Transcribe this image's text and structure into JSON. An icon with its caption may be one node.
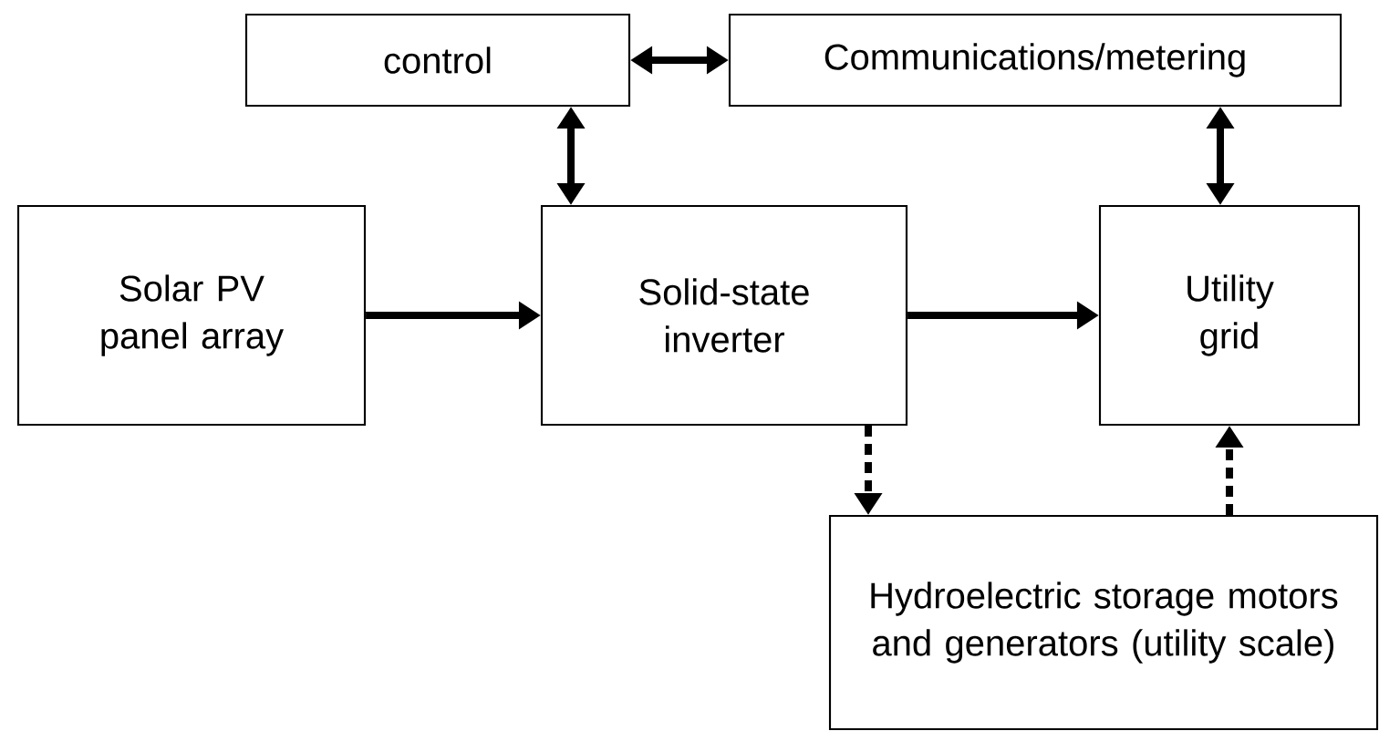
{
  "diagram": {
    "nodes": [
      {
        "text": [
          "control"
        ]
      },
      {
        "text": [
          "Communications/metering"
        ]
      },
      {
        "text": [
          "Solar PV panel array"
        ]
      },
      {
        "text": [
          "Solid-state inverter"
        ]
      },
      {
        "text": [
          "Utility grid"
        ]
      },
      {
        "text": [
          "Hydroelectric storage motors and generators (utility scale)"
        ]
      }
    ],
    "edges": [
      {
        "from": 0,
        "to": 1,
        "arrow": "both"
      },
      {
        "from": 0,
        "to": 3,
        "arrow": "both"
      },
      {
        "from": 1,
        "to": 4,
        "arrow": "both"
      },
      {
        "from": 2,
        "to": 3,
        "arrow": "to"
      },
      {
        "from": 3,
        "to": 4,
        "arrow": "to"
      },
      {
        "from": 3,
        "to": 5,
        "arrow": "to",
        "style": "dashed"
      },
      {
        "from": 5,
        "to": 4,
        "arrow": "to",
        "style": "dashed"
      }
    ]
  }
}
